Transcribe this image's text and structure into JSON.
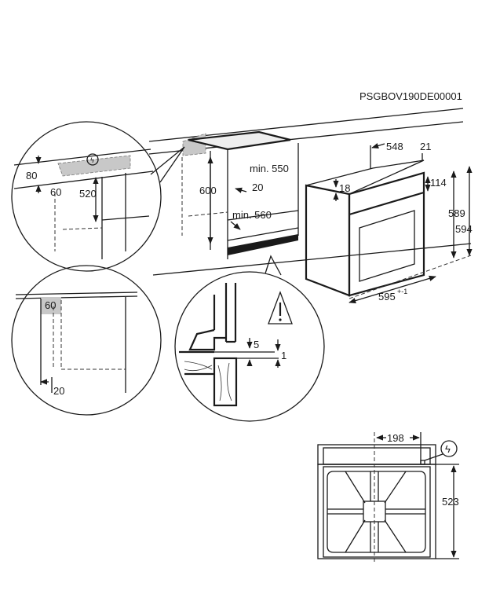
{
  "diagram": {
    "reference_code": "PSGBOV190DE00001",
    "niche_detail": {
      "height_80": "80",
      "depth_60": "60",
      "height_520": "520",
      "power_symbol": "electrical-connection"
    },
    "cabinet": {
      "height_600": "600",
      "min_width": "min. 550",
      "gap_20": "20",
      "min_depth": "min. 560"
    },
    "oven": {
      "depth_548": "548",
      "front_21": "21",
      "top_18": "18",
      "panel_114": "114",
      "height_589": "589",
      "height_594": "594",
      "width_595": "595",
      "width_tolerance": "+-1"
    },
    "side_detail": {
      "vent_60": "60",
      "gap_20": "20"
    },
    "gap_detail": {
      "gap_5": "5",
      "gap_1": "1",
      "warning_symbol": "warning"
    },
    "front_view": {
      "offset_198": "198",
      "height_523": "523"
    }
  }
}
